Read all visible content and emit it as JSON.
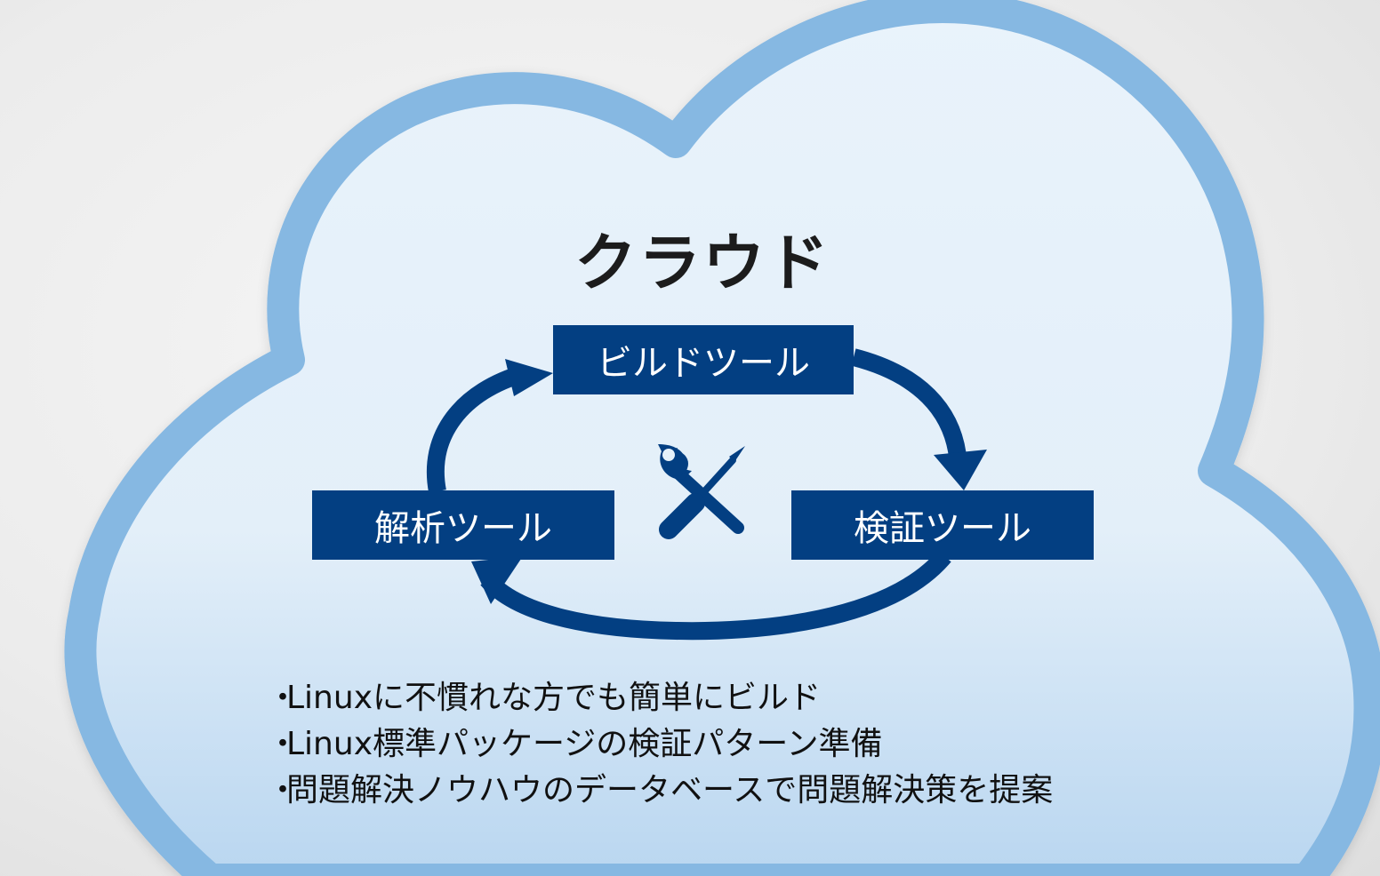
{
  "title": "クラウド",
  "tools": {
    "build": "ビルドツール",
    "verify": "検証ツール",
    "analyze": "解析ツール"
  },
  "center_icon": "wrench-screwdriver-icon",
  "bullet_glyph": "・",
  "notes": [
    "Linuxに不慣れな方でも簡単にビルド",
    "Linux標準パッケージの検証パターン準備",
    "問題解決ノウハウのデータベースで問題解決策を提案"
  ],
  "colors": {
    "cloud_outline": "#86b8e2",
    "cloud_fill_top": "#e9f3fb",
    "cloud_fill_bottom": "#b9d6f0",
    "box": "#033f82",
    "arrow": "#033f82",
    "box_text": "#ffffff",
    "title_text": "#1c1c1c"
  }
}
